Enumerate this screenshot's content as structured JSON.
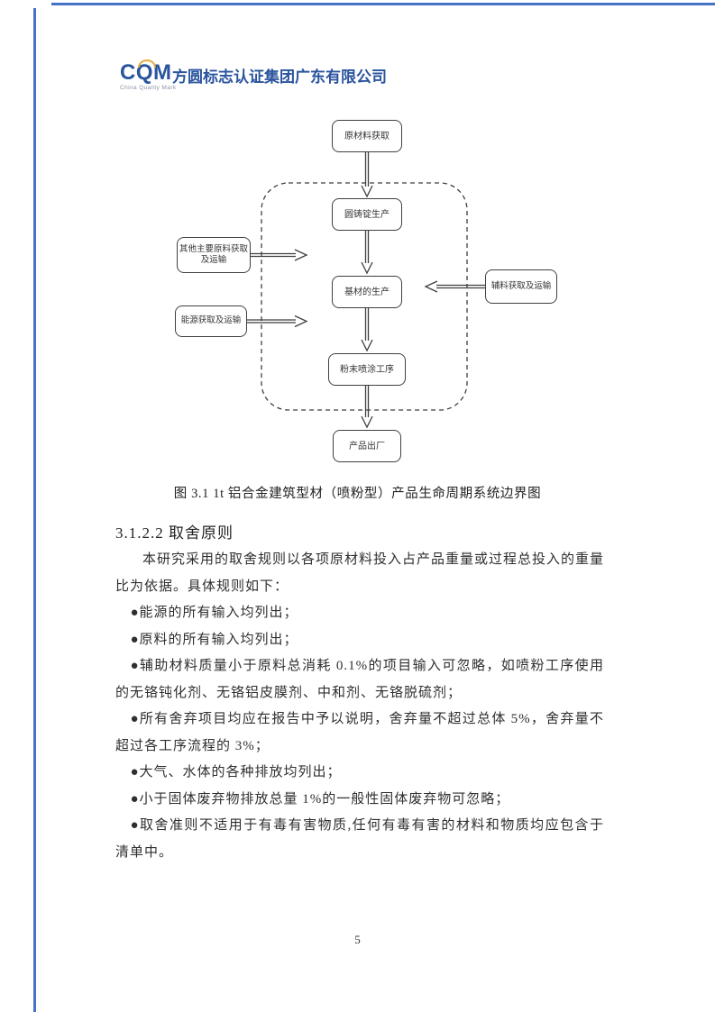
{
  "header": {
    "logo_text": "CQM",
    "logo_subtext": "China Quality Mark",
    "company_name": "方圆标志认证集团广东有限公司",
    "brand_blue": "#2a549e",
    "brand_gold": "#e9a93d",
    "rule_color": "#4472c4"
  },
  "flowchart": {
    "boxes": {
      "raw_material": "原材料获取",
      "round_ingot": "圆铸锭生产",
      "base_material": "基材的生产",
      "powder_coating": "粉末喷涂工序",
      "product_delivery": "产品出厂",
      "other_materials_line1": "其他主要原料获取",
      "other_materials_line2": "及运输",
      "energy": "能源获取及运输",
      "auxiliary": "辅料获取及运输"
    }
  },
  "figure": {
    "caption": "图 3.1 1t 铝合金建筑型材（喷粉型）产品生命周期系统边界图"
  },
  "section": {
    "heading": "3.1.2.2 取舍原则",
    "intro": "本研究采用的取舍规则以各项原材料投入占产品重量或过程总投入的重量比为依据。具体规则如下：",
    "bullets": [
      "●能源的所有输入均列出；",
      "●原料的所有输入均列出；",
      "●辅助材料质量小于原料总消耗 0.1%的项目输入可忽略，如喷粉工序使用的无铬钝化剂、无铬铝皮膜剂、中和剂、无铬脱硫剂；",
      "●所有舍弃项目均应在报告中予以说明，舍弃量不超过总体 5%，舍弃量不超过各工序流程的 3%；",
      "●大气、水体的各种排放均列出；",
      "●小于固体废弃物排放总量 1%的一般性固体废弃物可忽略；",
      "●取舍准则不适用于有毒有害物质,任何有毒有害的材料和物质均应包含于清单中。"
    ]
  },
  "footer": {
    "page_number": "5"
  }
}
